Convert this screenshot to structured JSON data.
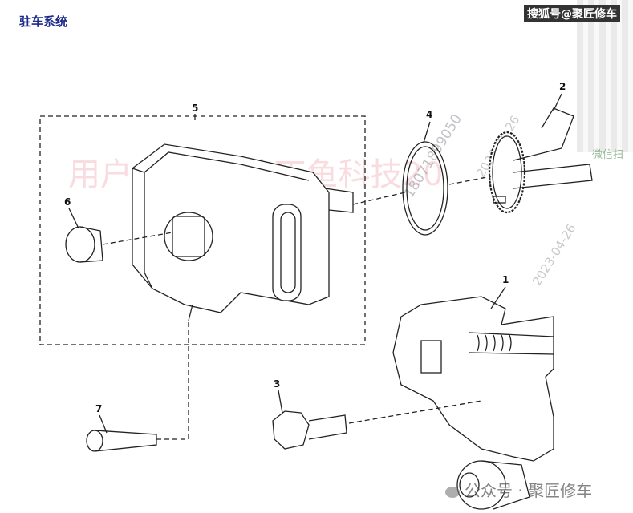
{
  "header": {
    "title": "驻车系统",
    "source_badge": "搜狐号@聚匠修车"
  },
  "watermarks": {
    "user_text": "用户:2004?沙丁鱼科技20",
    "phone": "18071899050",
    "date": "2023-04-26",
    "date_repeat": "2023-04-26",
    "wechat": "微信扫"
  },
  "callouts": {
    "c1": "1",
    "c2": "2",
    "c3": "3",
    "c4": "4",
    "c5": "5",
    "c6": "6",
    "c7": "7"
  },
  "footer": {
    "text": "公众号 · 聚匠修车"
  }
}
